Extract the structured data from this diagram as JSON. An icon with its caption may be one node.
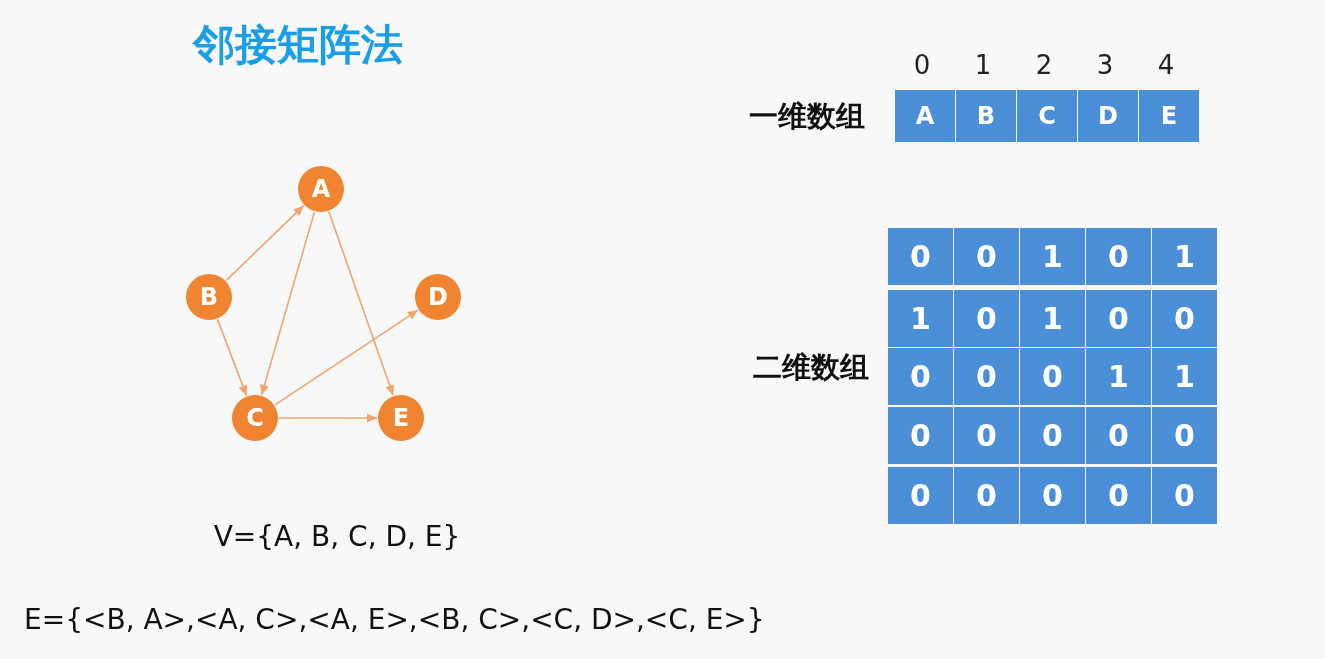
{
  "diagram": {
    "title": "邻接矩阵法",
    "nodes": [
      {
        "text": [
          "A"
        ]
      },
      {
        "text": [
          "B"
        ]
      },
      {
        "text": [
          "D"
        ]
      },
      {
        "text": [
          "C"
        ]
      },
      {
        "text": [
          "E"
        ]
      }
    ],
    "edges": [
      {
        "from": 1,
        "to": 0,
        "arrow": "to"
      },
      {
        "from": 0,
        "to": 3,
        "arrow": "to"
      },
      {
        "from": 0,
        "to": 4,
        "arrow": "to"
      },
      {
        "from": 1,
        "to": 3,
        "arrow": "to"
      },
      {
        "from": 3,
        "to": 2,
        "arrow": "to"
      },
      {
        "from": 3,
        "to": 4,
        "arrow": "to"
      }
    ],
    "labels": [
      "0",
      "1",
      "2",
      "3",
      "4",
      "一维数组",
      "A",
      "B",
      "C",
      "D",
      "E",
      "二维数组",
      "0",
      "0",
      "1",
      "0",
      "1",
      "1",
      "0",
      "1",
      "0",
      "0",
      "0",
      "0",
      "0",
      "1",
      "1",
      "0",
      "0",
      "0",
      "0",
      "0",
      "0",
      "0",
      "0",
      "0",
      "0",
      "V={A, B, C, D, E}",
      "E={<B, A>,<A, C>,<A, E>,<B, C>,<C, D>,<C, E>}"
    ]
  }
}
